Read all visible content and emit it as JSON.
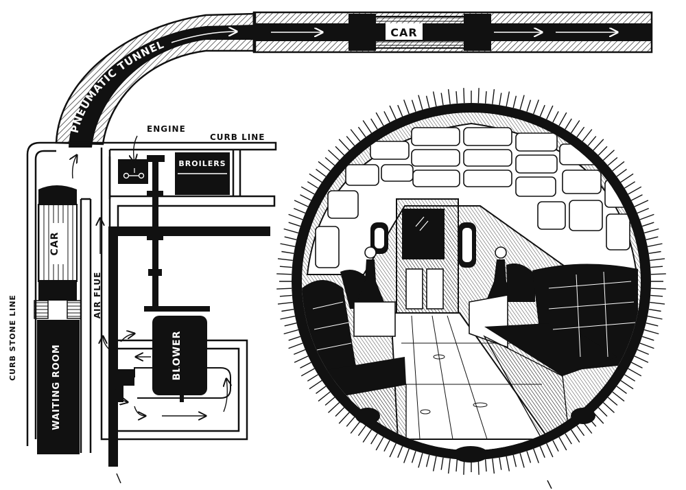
{
  "labels": {
    "pneumatic_tunnel": "PNEUMATIC TUNNEL",
    "car_top": "CAR",
    "car_left": "CAR",
    "engine": "ENGINE",
    "curb_line": "CURB LINE",
    "boilers": "BROILERS",
    "air_flue": "AIR FLUE",
    "blower": "BLOWER",
    "curb_stone_line": "CURB STONE LINE",
    "waiting_room": "WAITING ROOM"
  },
  "colors": {
    "ink": "#111111",
    "paper": "#ffffff"
  }
}
